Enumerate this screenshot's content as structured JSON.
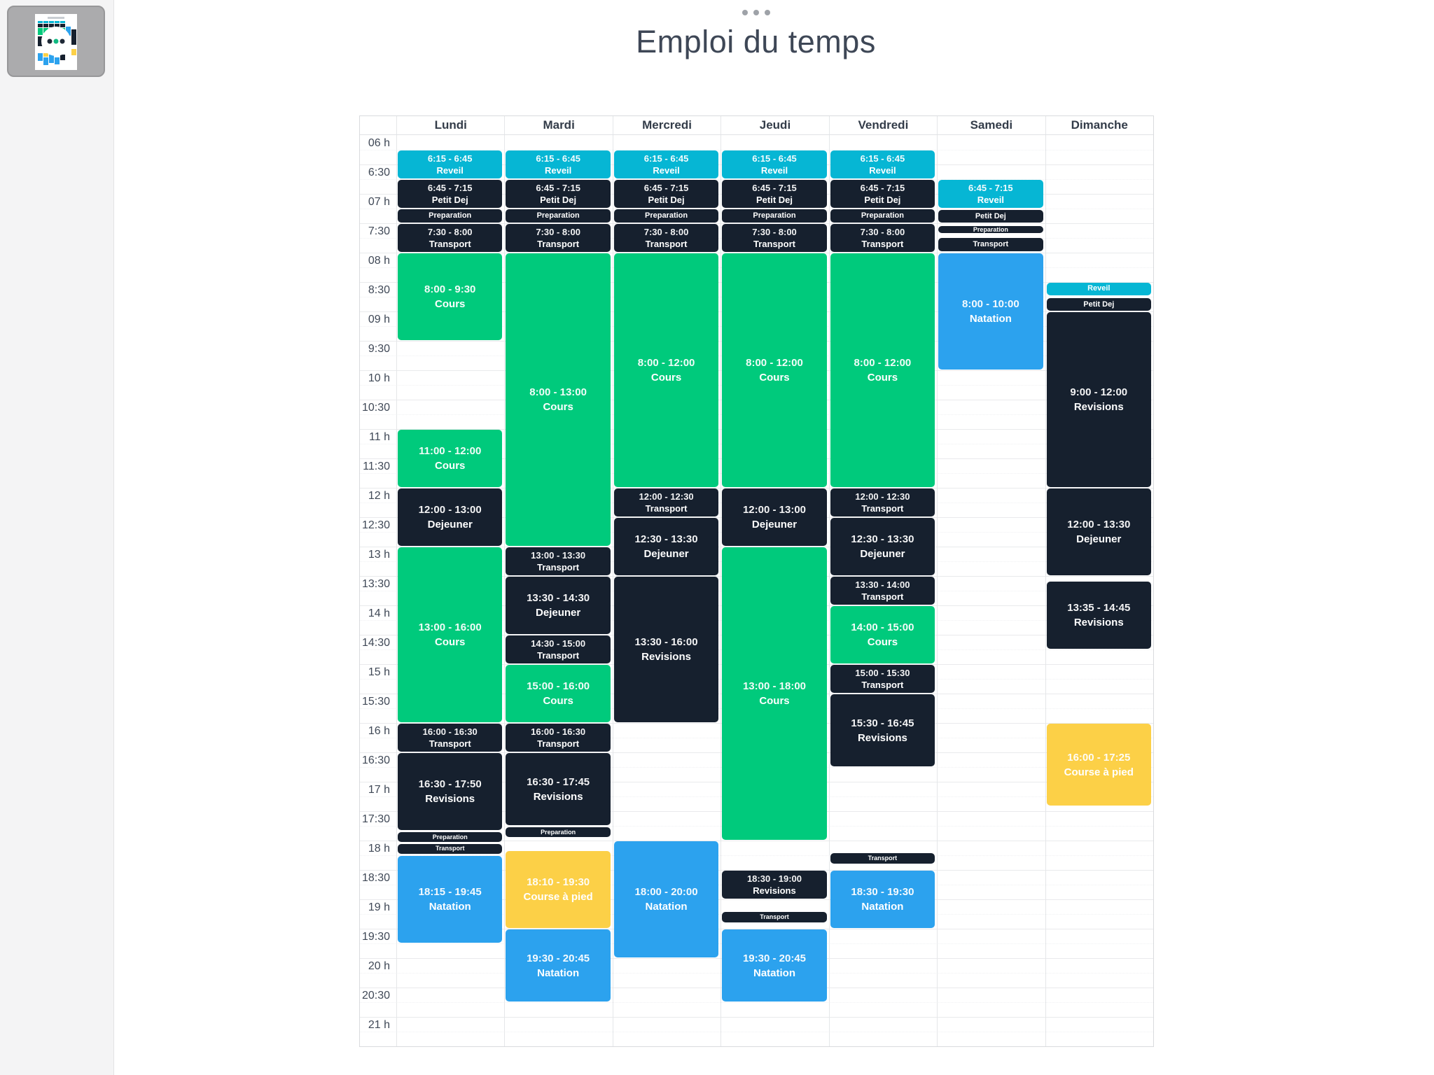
{
  "page": {
    "title": "Emploi du temps"
  },
  "palette": {
    "cyan": "#06b6d4",
    "navy": "#16202e",
    "green": "#00ca7c",
    "blue": "#2ca2ee",
    "yellow": "#fcd047",
    "title_color": "#3e4756"
  },
  "calendar": {
    "days": [
      "Lundi",
      "Mardi",
      "Mercredi",
      "Jeudi",
      "Vendredi",
      "Samedi",
      "Dimanche"
    ],
    "time_labels": [
      "06 h",
      "6:30",
      "07 h",
      "7:30",
      "08 h",
      "8:30",
      "09 h",
      "9:30",
      "10 h",
      "10:30",
      "11 h",
      "11:30",
      "12 h",
      "12:30",
      "13 h",
      "13:30",
      "14 h",
      "14:30",
      "15 h",
      "15:30",
      "16 h",
      "16:30",
      "17 h",
      "17:30",
      "18 h",
      "18:30",
      "19 h",
      "19:30",
      "20 h",
      "20:30",
      "21 h"
    ],
    "events": [
      {
        "day": 0,
        "start_min": 375,
        "end_min": 405,
        "time": "6:15 - 6:45",
        "title": "Reveil",
        "color": "cyan"
      },
      {
        "day": 0,
        "start_min": 405,
        "end_min": 435,
        "time": "6:45 - 7:15",
        "title": "Petit Dej",
        "color": "navy"
      },
      {
        "day": 0,
        "start_min": 435,
        "end_min": 450,
        "time": "",
        "title": "Preparation",
        "color": "navy",
        "compact": true
      },
      {
        "day": 0,
        "start_min": 450,
        "end_min": 480,
        "time": "7:30 - 8:00",
        "title": "Transport",
        "color": "navy"
      },
      {
        "day": 0,
        "start_min": 480,
        "end_min": 570,
        "time": "8:00 - 9:30",
        "title": "Cours",
        "color": "green"
      },
      {
        "day": 0,
        "start_min": 660,
        "end_min": 720,
        "time": "11:00 - 12:00",
        "title": "Cours",
        "color": "green"
      },
      {
        "day": 0,
        "start_min": 720,
        "end_min": 780,
        "time": "12:00 - 13:00",
        "title": "Dejeuner",
        "color": "navy"
      },
      {
        "day": 0,
        "start_min": 780,
        "end_min": 960,
        "time": "13:00 - 16:00",
        "title": "Cours",
        "color": "green"
      },
      {
        "day": 0,
        "start_min": 960,
        "end_min": 990,
        "time": "16:00 - 16:30",
        "title": "Transport",
        "color": "navy"
      },
      {
        "day": 0,
        "start_min": 990,
        "end_min": 1070,
        "time": "16:30 - 17:50",
        "title": "Revisions",
        "color": "navy"
      },
      {
        "day": 0,
        "start_min": 1071,
        "end_min": 1082,
        "time": "",
        "title": "Preparation",
        "color": "navy",
        "compact": true
      },
      {
        "day": 0,
        "start_min": 1083,
        "end_min": 1094,
        "time": "",
        "title": "Transport",
        "color": "navy",
        "compact": true
      },
      {
        "day": 0,
        "start_min": 1095,
        "end_min": 1185,
        "time": "18:15 - 19:45",
        "title": "Natation",
        "color": "blue"
      },
      {
        "day": 1,
        "start_min": 375,
        "end_min": 405,
        "time": "6:15 - 6:45",
        "title": "Reveil",
        "color": "cyan"
      },
      {
        "day": 1,
        "start_min": 405,
        "end_min": 435,
        "time": "6:45 - 7:15",
        "title": "Petit Dej",
        "color": "navy"
      },
      {
        "day": 1,
        "start_min": 435,
        "end_min": 450,
        "time": "",
        "title": "Preparation",
        "color": "navy",
        "compact": true
      },
      {
        "day": 1,
        "start_min": 450,
        "end_min": 480,
        "time": "7:30 - 8:00",
        "title": "Transport",
        "color": "navy"
      },
      {
        "day": 1,
        "start_min": 480,
        "end_min": 780,
        "time": "8:00 - 13:00",
        "title": "Cours",
        "color": "green"
      },
      {
        "day": 1,
        "start_min": 780,
        "end_min": 810,
        "time": "13:00 - 13:30",
        "title": "Transport",
        "color": "navy"
      },
      {
        "day": 1,
        "start_min": 810,
        "end_min": 870,
        "time": "13:30 - 14:30",
        "title": "Dejeuner",
        "color": "navy"
      },
      {
        "day": 1,
        "start_min": 870,
        "end_min": 900,
        "time": "14:30 - 15:00",
        "title": "Transport",
        "color": "navy"
      },
      {
        "day": 1,
        "start_min": 900,
        "end_min": 960,
        "time": "15:00 - 16:00",
        "title": "Cours",
        "color": "green"
      },
      {
        "day": 1,
        "start_min": 960,
        "end_min": 990,
        "time": "16:00 - 16:30",
        "title": "Transport",
        "color": "navy"
      },
      {
        "day": 1,
        "start_min": 990,
        "end_min": 1065,
        "time": "16:30 - 17:45",
        "title": "Revisions",
        "color": "navy"
      },
      {
        "day": 1,
        "start_min": 1066,
        "end_min": 1077,
        "time": "",
        "title": "Preparation",
        "color": "navy",
        "compact": true
      },
      {
        "day": 1,
        "start_min": 1090,
        "end_min": 1170,
        "time": "18:10 - 19:30",
        "title": "Course à pied",
        "color": "yellow"
      },
      {
        "day": 1,
        "start_min": 1170,
        "end_min": 1245,
        "time": "19:30 - 20:45",
        "title": "Natation",
        "color": "blue"
      },
      {
        "day": 2,
        "start_min": 375,
        "end_min": 405,
        "time": "6:15 - 6:45",
        "title": "Reveil",
        "color": "cyan"
      },
      {
        "day": 2,
        "start_min": 405,
        "end_min": 435,
        "time": "6:45 - 7:15",
        "title": "Petit Dej",
        "color": "navy"
      },
      {
        "day": 2,
        "start_min": 435,
        "end_min": 450,
        "time": "",
        "title": "Preparation",
        "color": "navy",
        "compact": true
      },
      {
        "day": 2,
        "start_min": 450,
        "end_min": 480,
        "time": "7:30 - 8:00",
        "title": "Transport",
        "color": "navy"
      },
      {
        "day": 2,
        "start_min": 480,
        "end_min": 720,
        "time": "8:00 - 12:00",
        "title": "Cours",
        "color": "green"
      },
      {
        "day": 2,
        "start_min": 720,
        "end_min": 750,
        "time": "12:00 - 12:30",
        "title": "Transport",
        "color": "navy"
      },
      {
        "day": 2,
        "start_min": 750,
        "end_min": 810,
        "time": "12:30 - 13:30",
        "title": "Dejeuner",
        "color": "navy"
      },
      {
        "day": 2,
        "start_min": 810,
        "end_min": 960,
        "time": "13:30 - 16:00",
        "title": "Revisions",
        "color": "navy"
      },
      {
        "day": 2,
        "start_min": 1080,
        "end_min": 1200,
        "time": "18:00 - 20:00",
        "title": "Natation",
        "color": "blue"
      },
      {
        "day": 3,
        "start_min": 375,
        "end_min": 405,
        "time": "6:15 - 6:45",
        "title": "Reveil",
        "color": "cyan"
      },
      {
        "day": 3,
        "start_min": 405,
        "end_min": 435,
        "time": "6:45 - 7:15",
        "title": "Petit Dej",
        "color": "navy"
      },
      {
        "day": 3,
        "start_min": 435,
        "end_min": 450,
        "time": "",
        "title": "Preparation",
        "color": "navy",
        "compact": true
      },
      {
        "day": 3,
        "start_min": 450,
        "end_min": 480,
        "time": "7:30 - 8:00",
        "title": "Transport",
        "color": "navy"
      },
      {
        "day": 3,
        "start_min": 480,
        "end_min": 720,
        "time": "8:00 - 12:00",
        "title": "Cours",
        "color": "green"
      },
      {
        "day": 3,
        "start_min": 720,
        "end_min": 780,
        "time": "12:00 - 13:00",
        "title": "Dejeuner",
        "color": "navy"
      },
      {
        "day": 3,
        "start_min": 780,
        "end_min": 1080,
        "time": "13:00 - 18:00",
        "title": "Cours",
        "color": "green"
      },
      {
        "day": 3,
        "start_min": 1110,
        "end_min": 1140,
        "time": "18:30 - 19:00",
        "title": "Revisions",
        "color": "navy"
      },
      {
        "day": 3,
        "start_min": 1152,
        "end_min": 1164,
        "time": "",
        "title": "Transport",
        "color": "navy",
        "compact": true
      },
      {
        "day": 3,
        "start_min": 1170,
        "end_min": 1245,
        "time": "19:30 - 20:45",
        "title": "Natation",
        "color": "blue"
      },
      {
        "day": 4,
        "start_min": 375,
        "end_min": 405,
        "time": "6:15 - 6:45",
        "title": "Reveil",
        "color": "cyan"
      },
      {
        "day": 4,
        "start_min": 405,
        "end_min": 435,
        "time": "6:45 - 7:15",
        "title": "Petit Dej",
        "color": "navy"
      },
      {
        "day": 4,
        "start_min": 435,
        "end_min": 450,
        "time": "",
        "title": "Preparation",
        "color": "navy",
        "compact": true
      },
      {
        "day": 4,
        "start_min": 450,
        "end_min": 480,
        "time": "7:30 - 8:00",
        "title": "Transport",
        "color": "navy"
      },
      {
        "day": 4,
        "start_min": 480,
        "end_min": 720,
        "time": "8:00 - 12:00",
        "title": "Cours",
        "color": "green"
      },
      {
        "day": 4,
        "start_min": 720,
        "end_min": 750,
        "time": "12:00 - 12:30",
        "title": "Transport",
        "color": "navy"
      },
      {
        "day": 4,
        "start_min": 750,
        "end_min": 810,
        "time": "12:30 - 13:30",
        "title": "Dejeuner",
        "color": "navy"
      },
      {
        "day": 4,
        "start_min": 810,
        "end_min": 840,
        "time": "13:30 - 14:00",
        "title": "Transport",
        "color": "navy"
      },
      {
        "day": 4,
        "start_min": 840,
        "end_min": 900,
        "time": "14:00 - 15:00",
        "title": "Cours",
        "color": "green"
      },
      {
        "day": 4,
        "start_min": 900,
        "end_min": 930,
        "time": "15:00 - 15:30",
        "title": "Transport",
        "color": "navy"
      },
      {
        "day": 4,
        "start_min": 930,
        "end_min": 1005,
        "time": "15:30 - 16:45",
        "title": "Revisions",
        "color": "navy"
      },
      {
        "day": 4,
        "start_min": 1092,
        "end_min": 1104,
        "time": "",
        "title": "Transport",
        "color": "navy",
        "compact": true
      },
      {
        "day": 4,
        "start_min": 1110,
        "end_min": 1170,
        "time": "18:30 - 19:30",
        "title": "Natation",
        "color": "blue"
      },
      {
        "day": 5,
        "start_min": 405,
        "end_min": 435,
        "time": "6:45 - 7:15",
        "title": "Reveil",
        "color": "cyan"
      },
      {
        "day": 5,
        "start_min": 436,
        "end_min": 450,
        "time": "",
        "title": "Petit Dej",
        "color": "navy",
        "compact": true
      },
      {
        "day": 5,
        "start_min": 452,
        "end_min": 461,
        "time": "",
        "title": "Preparation",
        "color": "navy",
        "compact": true
      },
      {
        "day": 5,
        "start_min": 464,
        "end_min": 479,
        "time": "",
        "title": "Transport",
        "color": "navy",
        "compact": true
      },
      {
        "day": 5,
        "start_min": 480,
        "end_min": 600,
        "time": "8:00 - 10:00",
        "title": "Natation",
        "color": "blue"
      },
      {
        "day": 6,
        "start_min": 510,
        "end_min": 524,
        "time": "",
        "title": "Reveil",
        "color": "cyan",
        "compact": true
      },
      {
        "day": 6,
        "start_min": 526,
        "end_min": 540,
        "time": "",
        "title": "Petit Dej",
        "color": "navy",
        "compact": true
      },
      {
        "day": 6,
        "start_min": 540,
        "end_min": 720,
        "time": "9:00 - 12:00",
        "title": "Revisions",
        "color": "navy"
      },
      {
        "day": 6,
        "start_min": 720,
        "end_min": 810,
        "time": "12:00 - 13:30",
        "title": "Dejeuner",
        "color": "navy"
      },
      {
        "day": 6,
        "start_min": 815,
        "end_min": 885,
        "time": "13:35 - 14:45",
        "title": "Revisions",
        "color": "navy"
      },
      {
        "day": 6,
        "start_min": 960,
        "end_min": 1045,
        "time": "16:00 - 17:25",
        "title": "Course à pied",
        "color": "yellow"
      }
    ]
  }
}
